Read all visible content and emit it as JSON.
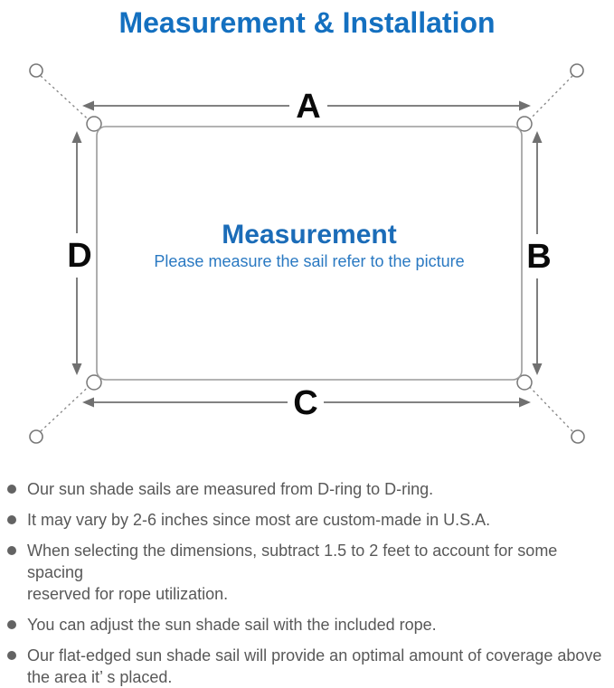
{
  "title": "Measurement & Installation",
  "diagram": {
    "labels": {
      "top": "A",
      "right": "B",
      "bottom": "C",
      "left": "D"
    },
    "center_title": "Measurement",
    "center_subtitle": "Please measure the sail refer to the picture"
  },
  "colors": {
    "title_blue": "#1470c0",
    "center_blue": "#1b6cb8",
    "subtitle_blue": "#2a79c2",
    "arrow_gray": "#707070",
    "outline_gray": "#9a9a9a",
    "text_gray": "#585858"
  },
  "bullets": [
    {
      "lines": [
        "Our sun shade sails are measured from D-ring to D-ring."
      ]
    },
    {
      "lines": [
        "It may vary by 2-6 inches since most are custom-made in U.S.A."
      ]
    },
    {
      "lines": [
        "When selecting the dimensions, subtract 1.5 to 2 feet to account for some spacing",
        "reserved for rope utilization."
      ]
    },
    {
      "lines": [
        "You can adjust the sun shade sail with the included rope."
      ]
    },
    {
      "lines": [
        "Our flat-edged sun shade sail will provide an optimal amount of coverage above",
        "the area it’ s placed."
      ]
    }
  ]
}
